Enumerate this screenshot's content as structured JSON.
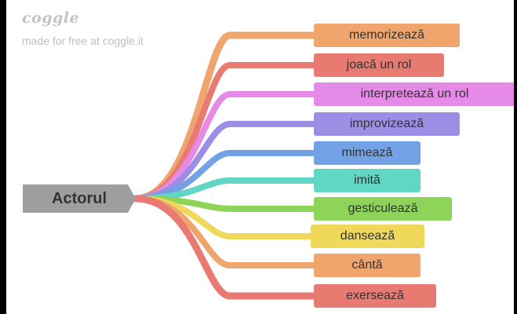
{
  "watermark": {
    "logo": "coggle",
    "tagline": "made for free at coggle.it"
  },
  "central": {
    "label": "Actorul",
    "color": "#9e9e9e"
  },
  "branches": [
    {
      "label": "memorizează",
      "color": "#f0a56c"
    },
    {
      "label": "joacă un rol",
      "color": "#e97a72"
    },
    {
      "label": "interpretează un rol",
      "color": "#e58ae6"
    },
    {
      "label": "improvizează",
      "color": "#9b8ee5"
    },
    {
      "label": "mimează",
      "color": "#72a2e5"
    },
    {
      "label": "imită",
      "color": "#62d6c5"
    },
    {
      "label": "gesticulează",
      "color": "#8ed35a"
    },
    {
      "label": "dansează",
      "color": "#f0d85a"
    },
    {
      "label": "cântă",
      "color": "#f0a56c"
    },
    {
      "label": "exersează",
      "color": "#e97a72"
    }
  ]
}
